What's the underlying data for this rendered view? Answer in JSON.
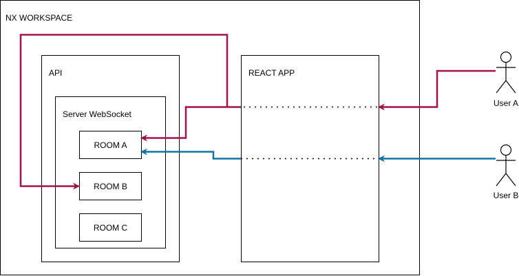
{
  "workspace": {
    "title": "NX WORKSPACE"
  },
  "api": {
    "title": "API",
    "websocket": {
      "title": "Server WebSocket",
      "rooms": [
        "ROOM A",
        "ROOM B",
        "ROOM C"
      ]
    }
  },
  "react_app": {
    "title": "REACT APP"
  },
  "users": [
    {
      "label": "User A",
      "connects_to": "ROOM A",
      "color": "#A50F4A"
    },
    {
      "label": "User B",
      "connects_to": "ROOM A",
      "color": "#1273A8"
    }
  ],
  "colors": {
    "user_a_line": "#A50F4A",
    "user_b_line": "#1273A8",
    "connector_dots": "#000000"
  }
}
